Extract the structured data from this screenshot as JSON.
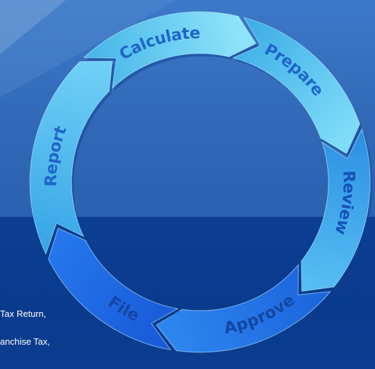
{
  "cycle": {
    "stages": [
      {
        "label": "Calculate",
        "color_light": "#8fe4fa",
        "color_dark": "#43b4e8",
        "text_color": "#1f66c9"
      },
      {
        "label": "Prepare",
        "color_light": "#7fdcf8",
        "color_dark": "#3aace6",
        "text_color": "#1f66c9"
      },
      {
        "label": "Review",
        "color_light": "#55bdf2",
        "color_dark": "#2b8fe2",
        "text_color": "#1553b8"
      },
      {
        "label": "Approve",
        "color_light": "#2d86ee",
        "color_dark": "#1a62dc",
        "text_color": "#1446a4"
      },
      {
        "label": "File",
        "color_light": "#2576ec",
        "color_dark": "#1858d8",
        "text_color": "#1446a4"
      },
      {
        "label": "Report",
        "color_light": "#6fd0f6",
        "color_dark": "#35a4e6",
        "text_color": "#1f66c9"
      }
    ]
  },
  "text": {
    "line1": "Tax Return,",
    "line2": "anchise Tax,"
  },
  "colors": {
    "background_top": "#3169b7",
    "background_bottom": "#0b3d90"
  }
}
